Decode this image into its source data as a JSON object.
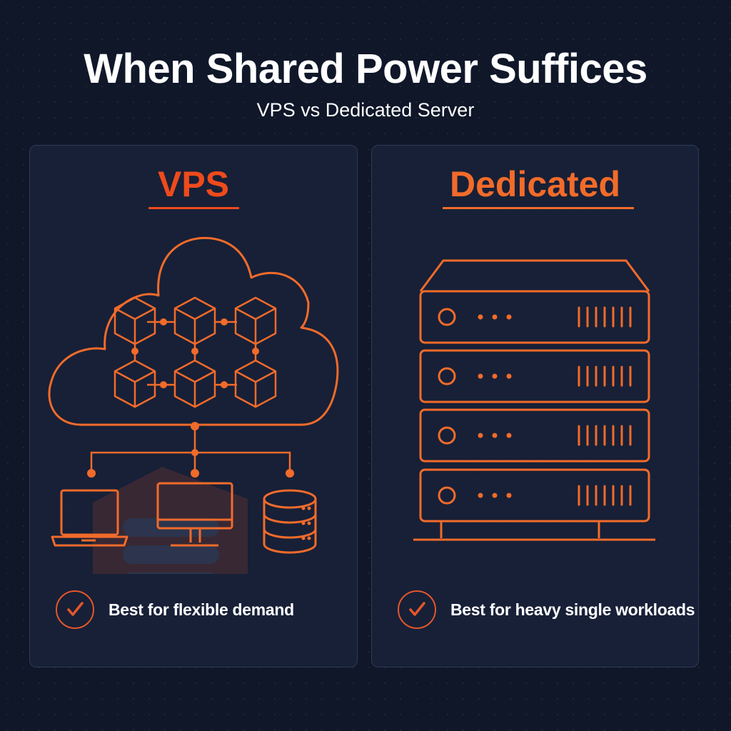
{
  "header": {
    "title": "When Shared Power Suffices",
    "subtitle": "VPS vs Dedicated Server"
  },
  "colors": {
    "accent": "#f26b2a",
    "accent_deep": "#e8481e",
    "background": "#0f1729",
    "panel": "#182238"
  },
  "vps": {
    "title": "VPS",
    "footer": "Best for flexible demand",
    "icons": [
      "cloud-icon",
      "container-cube-icon",
      "laptop-icon",
      "monitor-icon",
      "database-icon",
      "check-icon"
    ]
  },
  "dedicated": {
    "title": "Dedicated",
    "footer": "Best for heavy single workloads",
    "server_units": 4,
    "icons": [
      "server-rack-icon",
      "check-icon"
    ]
  }
}
